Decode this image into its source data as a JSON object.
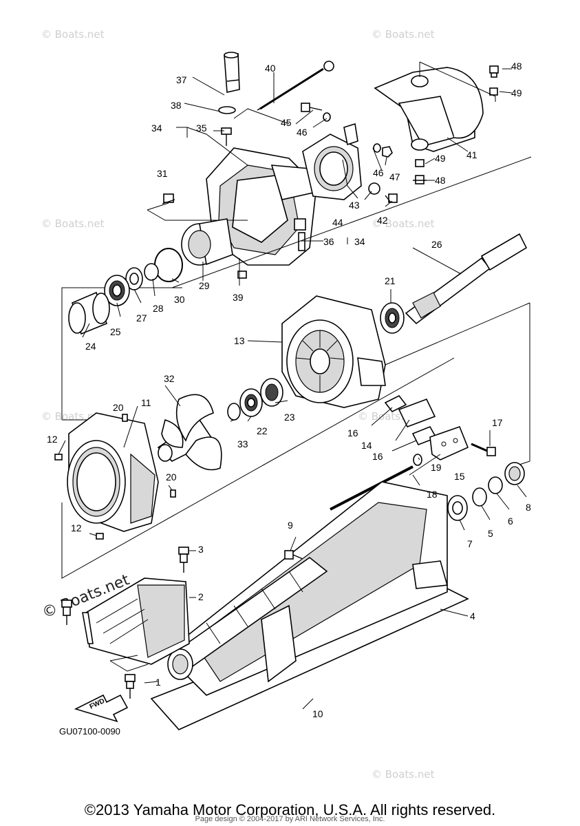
{
  "diagram": {
    "part_numbers": [
      "1",
      "2",
      "3",
      "4",
      "5",
      "6",
      "7",
      "8",
      "9",
      "10",
      "11",
      "12",
      "12",
      "13",
      "14",
      "15",
      "16",
      "16",
      "17",
      "18",
      "19",
      "20",
      "20",
      "21",
      "22",
      "23",
      "24",
      "25",
      "26",
      "27",
      "28",
      "29",
      "30",
      "31",
      "32",
      "33",
      "34",
      "34",
      "35",
      "36",
      "37",
      "38",
      "39",
      "40",
      "41",
      "42",
      "43",
      "44",
      "45",
      "46",
      "46",
      "47",
      "48",
      "48",
      "49",
      "49"
    ],
    "fwd_label": "FWD",
    "drawing_code": "GU07100-0090"
  },
  "watermarks": {
    "text": "© Boats.net",
    "large_text": "© Boats.net"
  },
  "footer": {
    "copyright": "©2013 Yamaha Motor Corporation, U.S.A. All rights reserved.",
    "page_design": "Page design © 2004-2017 by ARI Network Services, Inc."
  },
  "colors": {
    "line": "#000000",
    "background": "#ffffff",
    "watermark": "#cfcfcf"
  }
}
